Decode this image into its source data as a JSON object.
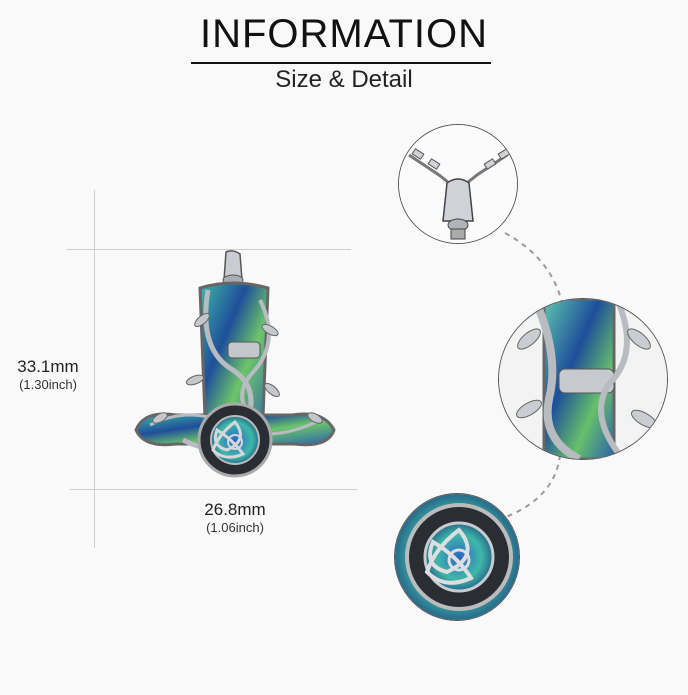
{
  "header": {
    "title": "INFORMATION",
    "subtitle": "Size & Detail"
  },
  "dimensions": {
    "height": {
      "mm": "33.1mm",
      "inch": "(1.30inch)"
    },
    "width": {
      "mm": "26.8mm",
      "inch": "(1.06inch)"
    }
  },
  "colors": {
    "background": "#f9f9f9",
    "silver": "#b9bcc0",
    "abalone_blue": "#1f4f9a",
    "abalone_teal": "#3fb8a8",
    "abalone_green": "#6cc46a",
    "connector": "#9a9a9a"
  },
  "details": [
    {
      "name": "bail-and-chain-detail"
    },
    {
      "name": "handle-vine-detail"
    },
    {
      "name": "triquetra-rune-detail"
    }
  ]
}
